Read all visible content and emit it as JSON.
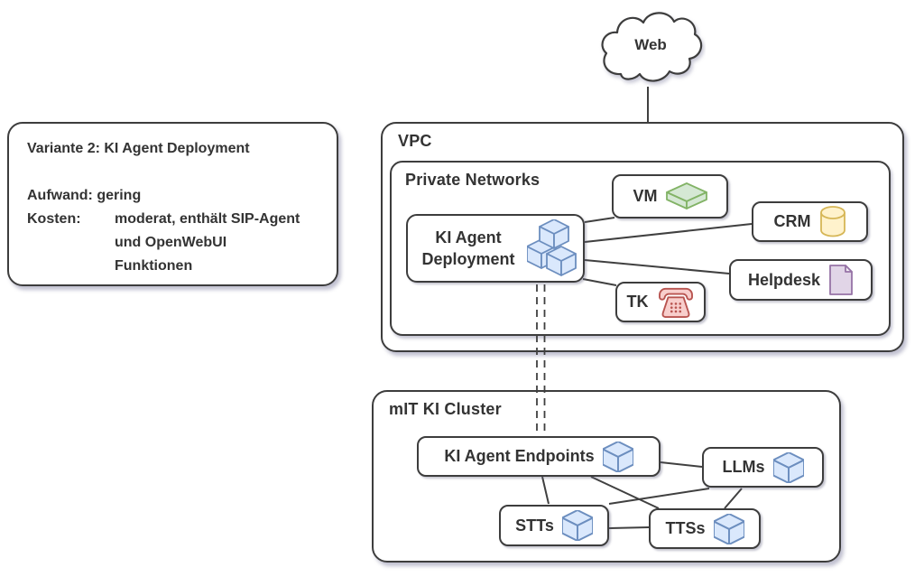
{
  "note": {
    "title": "Variante 2: KI Agent Deployment",
    "aufwand_label": "Aufwand:",
    "aufwand_value": "gering",
    "kosten_label": "Kosten:",
    "kosten_value": "moderat, enthält SIP-Agent und OpenWebUI Funktionen"
  },
  "cloud": {
    "label": "Web",
    "icon": "cloud-icon"
  },
  "containers": {
    "vpc": {
      "label": "VPC"
    },
    "private_networks": {
      "label": "Private Networks"
    },
    "cluster": {
      "label": "mIT KI Cluster"
    }
  },
  "nodes": {
    "ki_agent_deployment": {
      "label": "KI Agent Deployment",
      "icon": "cubes-icon"
    },
    "vm": {
      "label": "VM",
      "icon": "slab-icon"
    },
    "crm": {
      "label": "CRM",
      "icon": "database-icon"
    },
    "helpdesk": {
      "label": "Helpdesk",
      "icon": "document-icon"
    },
    "tk": {
      "label": "TK",
      "icon": "phone-icon"
    },
    "ki_agent_endpoints": {
      "label": "KI Agent Endpoints",
      "icon": "cube-icon"
    },
    "llms": {
      "label": "LLMs",
      "icon": "cube-icon"
    },
    "stts": {
      "label": "STTs",
      "icon": "cube-icon"
    },
    "ttss": {
      "label": "TTSs",
      "icon": "cube-icon"
    }
  },
  "edges": [
    {
      "from": "web-cloud",
      "to": "vpc",
      "style": "solid"
    },
    {
      "from": "ki-agent-deployment",
      "to": "vm",
      "style": "solid"
    },
    {
      "from": "ki-agent-deployment",
      "to": "crm",
      "style": "solid"
    },
    {
      "from": "ki-agent-deployment",
      "to": "helpdesk",
      "style": "solid"
    },
    {
      "from": "ki-agent-deployment",
      "to": "tk",
      "style": "solid"
    },
    {
      "from": "ki-agent-deployment",
      "to": "ki-agent-endpoints",
      "style": "dashed-double"
    },
    {
      "from": "ki-agent-endpoints",
      "to": "llms",
      "style": "solid"
    },
    {
      "from": "ki-agent-endpoints",
      "to": "stts",
      "style": "solid"
    },
    {
      "from": "ki-agent-endpoints",
      "to": "ttss",
      "style": "solid"
    },
    {
      "from": "stts",
      "to": "llms",
      "style": "solid"
    },
    {
      "from": "stts",
      "to": "ttss",
      "style": "solid"
    },
    {
      "from": "llms",
      "to": "ttss",
      "style": "solid"
    }
  ],
  "colors": {
    "border": "#3d3d3d",
    "text": "#333333",
    "edge": "#404040",
    "cube_fill": "#dae8fc",
    "cube_stroke": "#6c8ebf",
    "vm_fill": "#d5e8d4",
    "vm_stroke": "#82b366",
    "crm_fill": "#fff2cc",
    "crm_stroke": "#d6b656",
    "helpdesk_fill": "#e1d5e7",
    "helpdesk_stroke": "#9673a6",
    "tk_fill": "#f8cecc",
    "tk_stroke": "#b85450"
  }
}
